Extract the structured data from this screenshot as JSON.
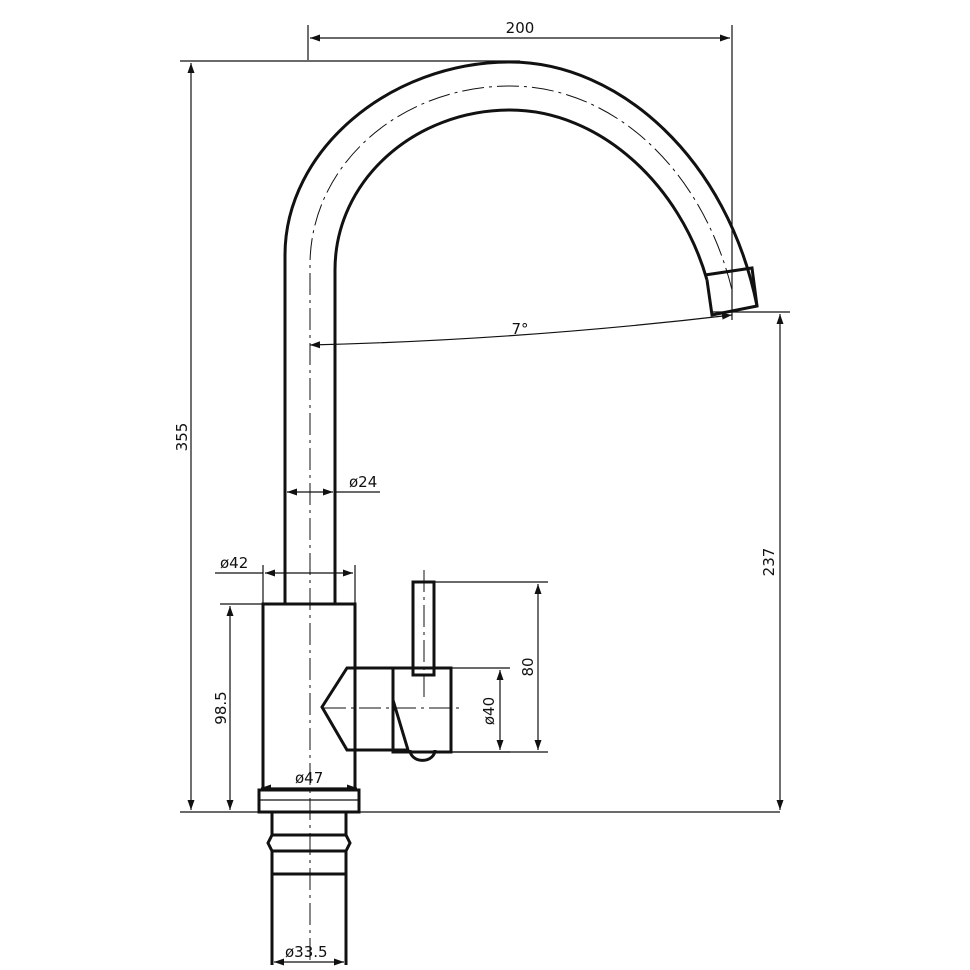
{
  "dimensions": {
    "overall_reach": "200",
    "overall_height": "355",
    "spout_angle": "7°",
    "spout_diameter": "ø24",
    "body_diameter": "ø42",
    "body_height": "98.5",
    "spout_outlet_height": "237",
    "handle_height": "80",
    "handle_diameter": "ø40",
    "base_diameter": "ø47",
    "shank_diameter": "ø33.5"
  }
}
